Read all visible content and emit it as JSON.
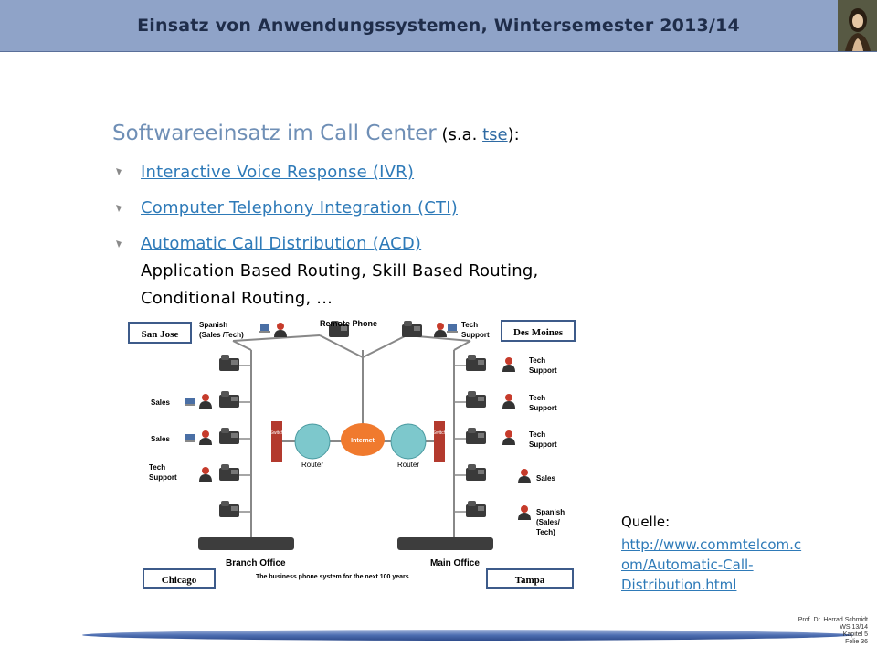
{
  "header": {
    "title": "Einsatz von Anwendungssystemen, Wintersemester 2013/14",
    "portrait_icon": "portrait-icon"
  },
  "slide": {
    "title_main": "Softwareeinsatz im Call Center",
    "title_paren_open": " (s.a. ",
    "title_link": "tse",
    "title_paren_close": "):",
    "bullets": [
      {
        "label": "Interactive Voice Response (IVR)"
      },
      {
        "label": "Computer Telephony Integration (CTI)"
      },
      {
        "label": "Automatic Call Distribution (ACD)"
      }
    ],
    "acd_text_line1": "Application Based Routing, Skill Based Routing,",
    "acd_text_line2": "Conditional Routing, ..."
  },
  "diagram": {
    "san_jose": "San Jose",
    "des_moines": "Des Moines",
    "chicago": "Chicago",
    "tampa": "Tampa",
    "remote_phone": "Remote Phone",
    "internet": "Internet",
    "router": "Router",
    "switch": "Switch",
    "branch_office": "Branch Office",
    "main_office": "Main Office",
    "caption": "The business phone system for the next 100 years",
    "left_labels": [
      "Spanish",
      "(Sales /Tech)",
      "Sales",
      "Sales",
      "Tech",
      "Support"
    ],
    "right_labels": [
      "Tech",
      "Support",
      "Tech",
      "Support",
      "Tech",
      "Support",
      "Tech",
      "Support",
      "Sales",
      "Spanish",
      "(Sales/",
      "Tech)"
    ]
  },
  "source": {
    "label": "Quelle:",
    "link_lines": [
      "http://www.commtelcom.c",
      "om/Automatic-Call-",
      "Distribution.html"
    ]
  },
  "footer": {
    "lines": [
      "Prof. Dr. Herrad Schmidt",
      "WS 13/14",
      "Kapitel 5",
      "Folie 36"
    ]
  }
}
